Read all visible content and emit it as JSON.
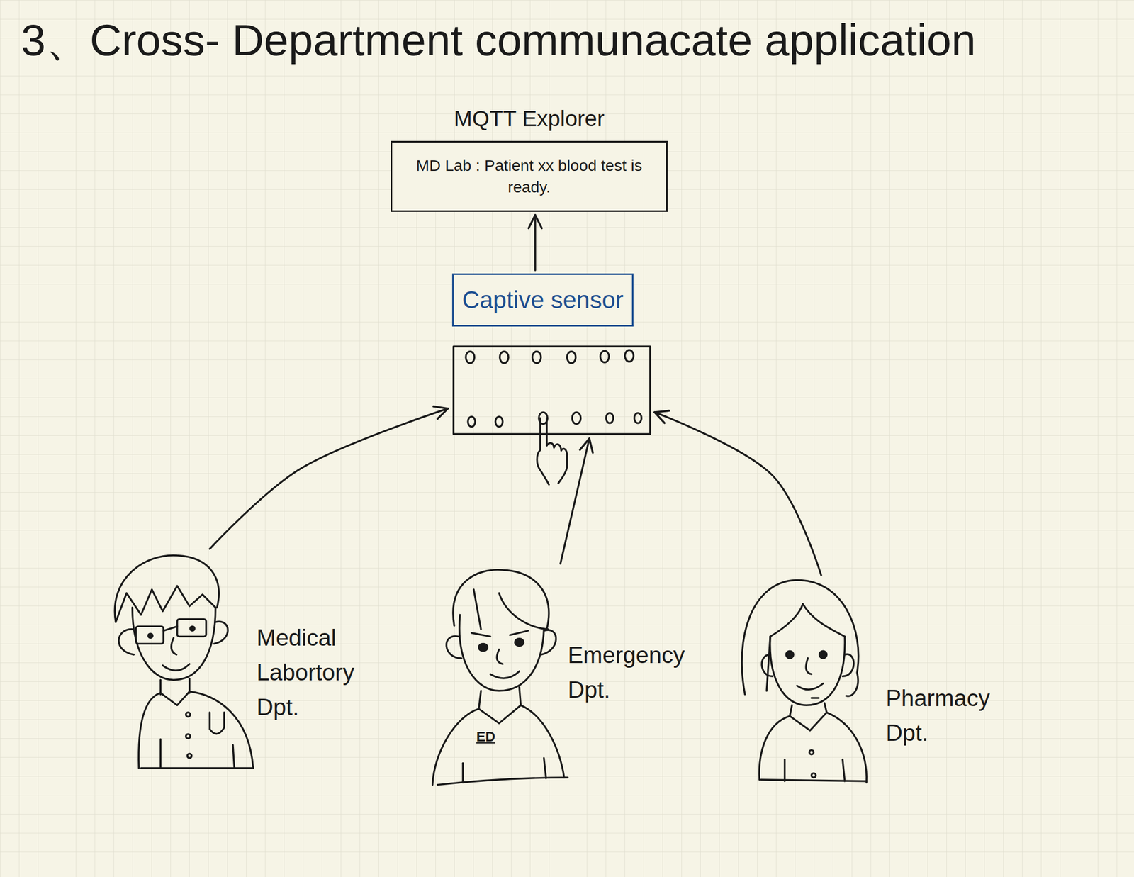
{
  "diagram": {
    "title": "3、Cross- Department communacate application",
    "nodes": [
      {
        "text": [
          "MQTT Explorer",
          "MD Lab : Patient xx blood test is ready."
        ]
      },
      {
        "text": [
          "Captive sensor"
        ]
      },
      {
        "text": [
          "Medical Labortory Dpt."
        ]
      },
      {
        "text": [
          "Emergency Dpt."
        ]
      },
      {
        "text": [
          "Pharmacy Dpt."
        ]
      }
    ],
    "edges": [
      {
        "from": 1,
        "to": 0,
        "arrow": "to"
      },
      {
        "from": 2,
        "to": 1,
        "arrow": "to"
      },
      {
        "from": 3,
        "to": 1,
        "arrow": "to"
      },
      {
        "from": 4,
        "to": 1,
        "arrow": "to"
      }
    ],
    "labels": [
      "ED"
    ]
  }
}
